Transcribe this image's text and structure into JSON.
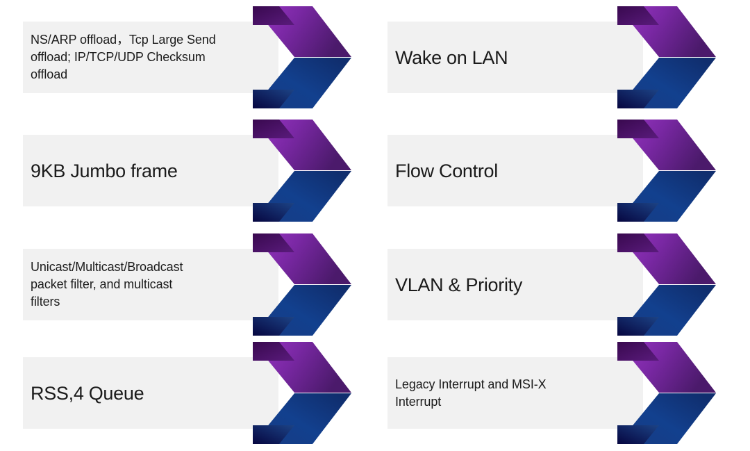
{
  "diagram": {
    "type": "feature-callout-grid",
    "columns": 2,
    "rows": 4,
    "background_color": "#ffffff",
    "plate_color": "#f1f1f1",
    "text_color": "#1b1b1b",
    "arrow_colors": {
      "purple_light": "#8B2FB5",
      "purple_mid": "#6F2596",
      "purple_dark_edge": "#3F0D57",
      "purple_tip_dark": "#4B1A6B",
      "blue_light": "#1E478F",
      "blue_mid": "#113C86",
      "blue_dark_edge": "#0A0A48",
      "blue_tip_dark": "#12306F"
    },
    "items": [
      {
        "id": "nsarp-offload",
        "name": "ns-arp-offload",
        "column": "left",
        "row": 1,
        "size": "sm",
        "text": "NS/ARP offload，Tcp Large Send\noffload; IP/TCP/UDP Checksum\noffload"
      },
      {
        "id": "wake-on-lan",
        "name": "wake-on-lan",
        "column": "right",
        "row": 1,
        "size": "lg",
        "text": "Wake on LAN"
      },
      {
        "id": "jumbo-frame",
        "name": "jumbo-frame",
        "column": "left",
        "row": 2,
        "size": "lg",
        "text": "9KB Jumbo frame"
      },
      {
        "id": "flow-control",
        "name": "flow-control",
        "column": "right",
        "row": 2,
        "size": "lg",
        "text": "Flow Control"
      },
      {
        "id": "packet-filter",
        "name": "packet-filter",
        "column": "left",
        "row": 3,
        "size": "sm",
        "text": "Unicast/Multicast/Broadcast\npacket filter, and multicast\nfilters"
      },
      {
        "id": "vlan-priority",
        "name": "vlan-and-priority",
        "column": "right",
        "row": 3,
        "size": "lg",
        "text": "VLAN & Priority"
      },
      {
        "id": "rss-queue",
        "name": "rss-four-queue",
        "column": "left",
        "row": 4,
        "size": "lg",
        "text": "RSS,4 Queue"
      },
      {
        "id": "interrupts",
        "name": "legacy-and-msix-interrupt",
        "column": "right",
        "row": 4,
        "size": "sm",
        "text": "Legacy Interrupt and MSI-X\nInterrupt"
      }
    ]
  }
}
